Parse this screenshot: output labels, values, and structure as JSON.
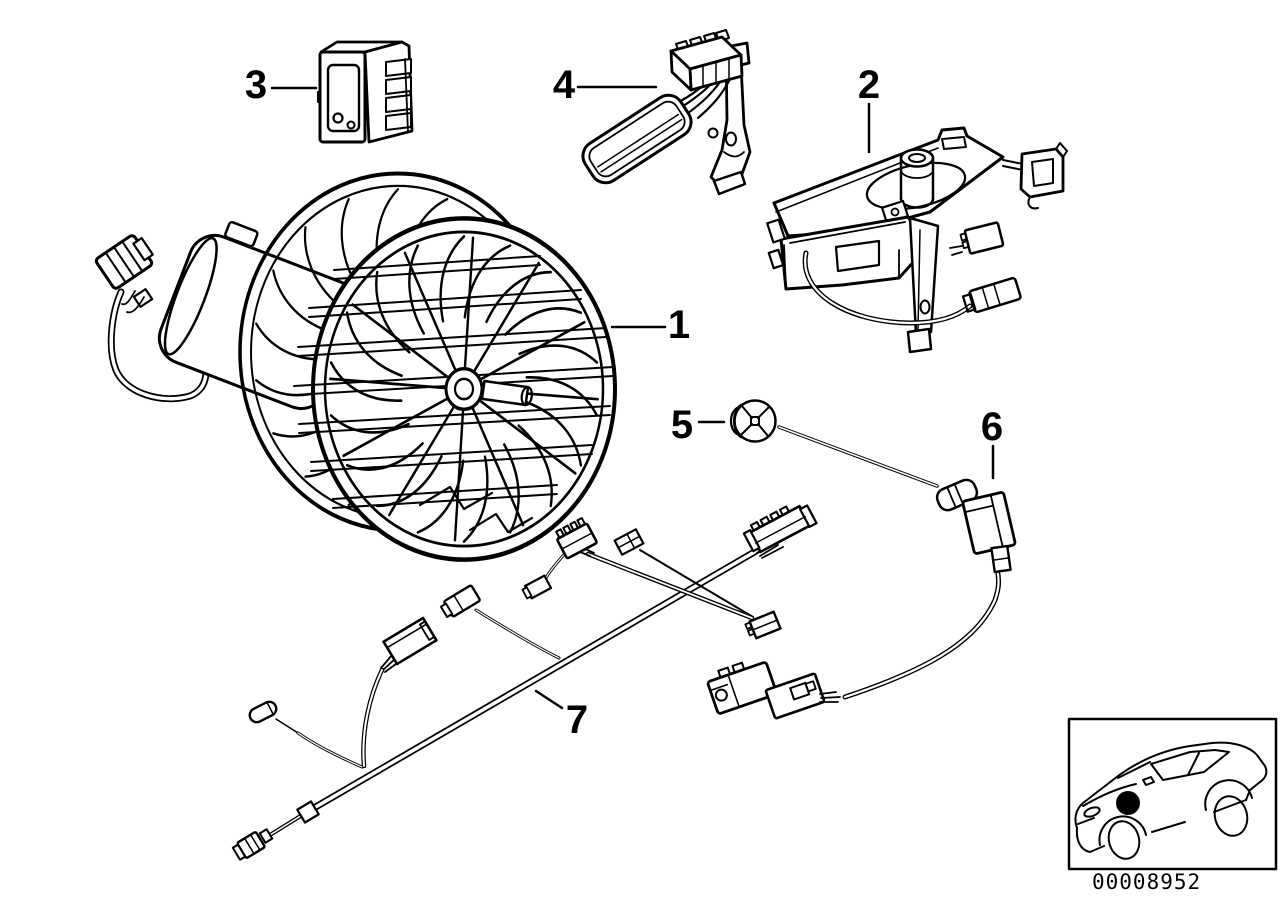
{
  "colors": {
    "background": "#ffffff",
    "line": "#000000"
  },
  "callouts": [
    {
      "label": "1"
    },
    {
      "label": "2"
    },
    {
      "label": "3"
    },
    {
      "label": "4"
    },
    {
      "label": "5"
    },
    {
      "label": "6"
    },
    {
      "label": "7"
    }
  ],
  "footer": {
    "part_number": "00008952"
  }
}
